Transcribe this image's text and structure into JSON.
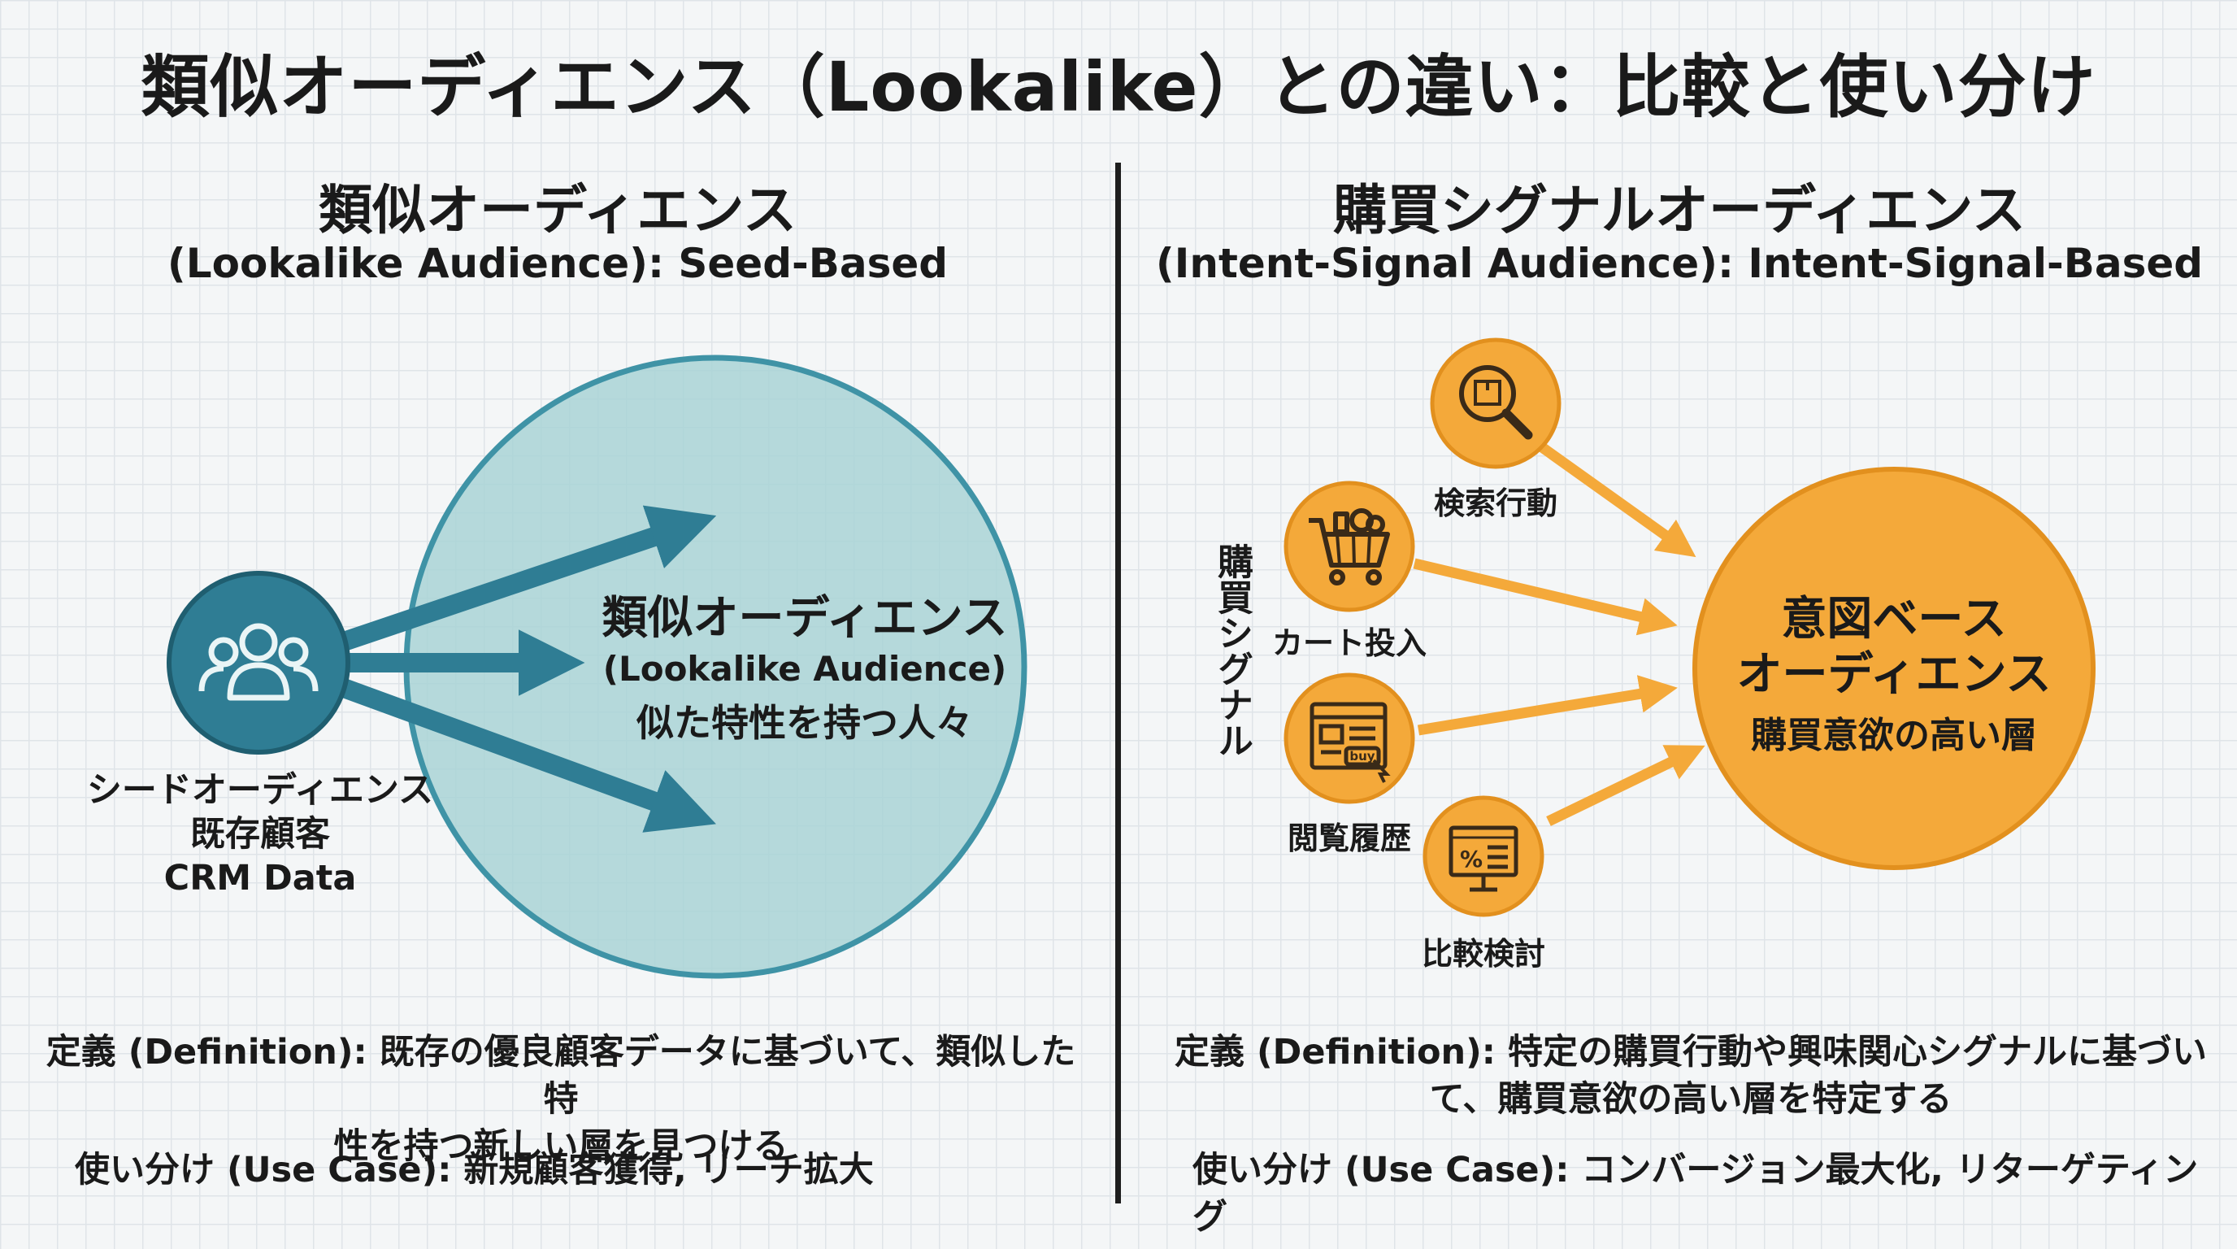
{
  "title": "類似オーディエンス（Lookalike）との違い：比較と使い分け",
  "left": {
    "heading": "類似オーディエンス",
    "subheading": "(Lookalike Audience): Seed-Based",
    "seed": {
      "icon": "users-icon",
      "line1": "シードオーディエンス",
      "line2": "既存顧客",
      "line3": "CRM Data"
    },
    "circle": {
      "line1": "類似オーディエンス",
      "line2": "(Lookalike Audience)",
      "line3": "似た特性を持つ人々"
    },
    "definition_line1": "定義 (Definition): 既存の優良顧客データに基づいて、類似した特",
    "definition_line2": "性を持つ新しい層を見つける",
    "use_case": "使い分け (Use Case): 新規顧客獲得, リーチ拡大"
  },
  "right": {
    "heading": "購買シグナルオーディエンス",
    "subheading": "(Intent-Signal Audience): Intent-Signal-Based",
    "vertical_label": "購買シグナル",
    "signals": [
      {
        "label": "検索行動",
        "icon": "search-product-icon"
      },
      {
        "label": "カート投入",
        "icon": "shopping-cart-icon"
      },
      {
        "label": "閲覧履歴",
        "icon": "browser-buy-icon"
      },
      {
        "label": "比較検討",
        "icon": "monitor-percent-icon"
      }
    ],
    "circle": {
      "line1": "意図ベース",
      "line2": "オーディエンス",
      "line3": "購買意欲の高い層"
    },
    "definition_line1": "定義 (Definition): 特定の購買行動や興味関心シグナルに基づい",
    "definition_line2": "て、購買意欲の高い層を特定する",
    "use_case": "使い分け (Use Case): コンバージョン最大化, リターゲティング"
  },
  "colors": {
    "teal_dark": "#2f7d94",
    "teal_fill": "#a9d3d6",
    "teal_stroke": "#3f93a6",
    "orange": "#f4a93a",
    "orange_dark": "#e2901e",
    "orange_icon": "#3a2a18"
  }
}
